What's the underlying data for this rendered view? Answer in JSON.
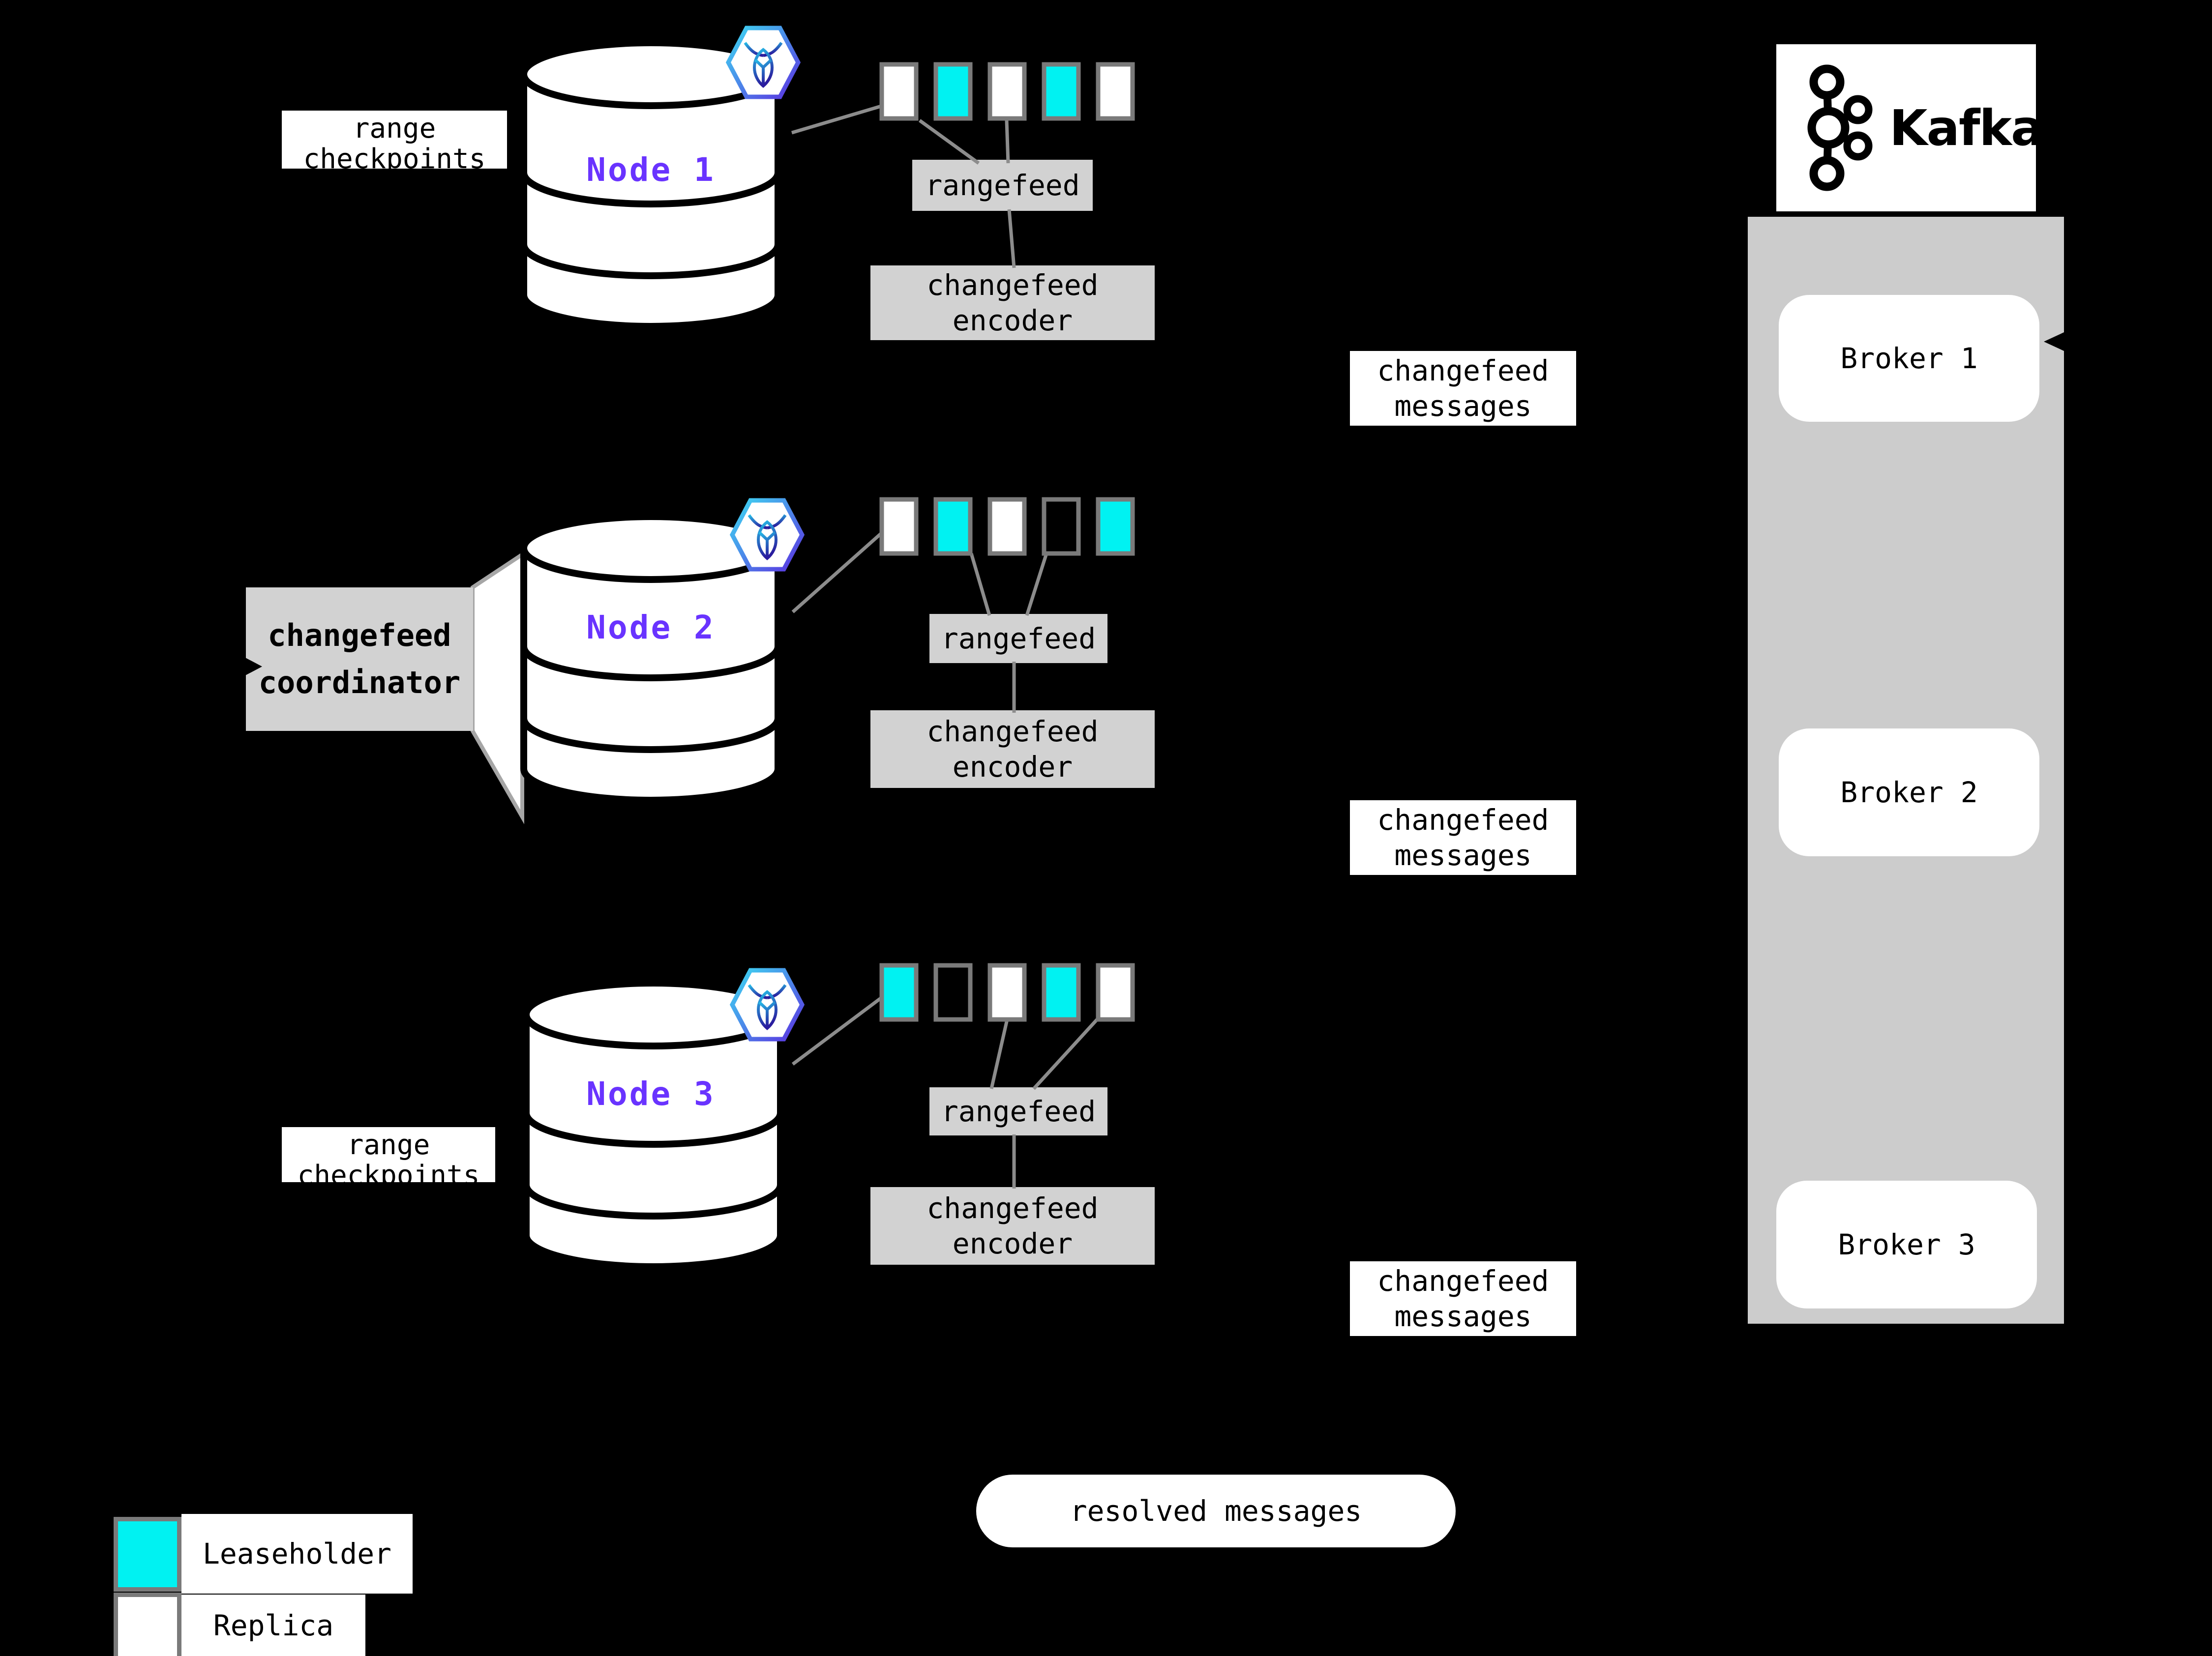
{
  "labels": {
    "range_checkpoints": {
      "line1": "range",
      "line2": "checkpoints"
    },
    "rangefeed": "rangefeed",
    "changefeed_encoder": {
      "line1": "changefeed",
      "line2": "encoder"
    },
    "changefeed_messages": {
      "line1": "changefeed",
      "line2": "messages"
    },
    "changefeed_coordinator": {
      "line1": "changefeed",
      "line2": "coordinator"
    },
    "resolved_messages": "resolved messages"
  },
  "nodes": [
    {
      "name": "Node 1",
      "ranges": [
        "replica",
        "leaseholder",
        "replica",
        "leaseholder",
        "replica"
      ]
    },
    {
      "name": "Node 2",
      "ranges": [
        "replica",
        "leaseholder",
        "replica",
        "empty",
        "leaseholder"
      ]
    },
    {
      "name": "Node 3",
      "ranges": [
        "leaseholder",
        "empty",
        "replica",
        "leaseholder",
        "replica"
      ]
    }
  ],
  "kafka": {
    "brand": "Kafka",
    "brokers": [
      "Broker 1",
      "Broker 2",
      "Broker 3"
    ]
  },
  "legend": {
    "items": [
      {
        "label": "Leaseholder",
        "color": "#00F2F2"
      },
      {
        "label": "Replica",
        "color": "#FFFFFF"
      }
    ]
  },
  "colors": {
    "background": "#000000",
    "leaseholder": "#00F2F2",
    "replica": "#FFFFFF",
    "empty_range": "#000000",
    "node_label": "#6933FF",
    "label_box_gray": "#D2D2D2",
    "kafka_panel_gray": "#CCCCCC",
    "connector_gray": "#8C8C8C",
    "range_border_gray": "#7A7A7A",
    "hexagon_gradient_start": "#3DDBF2",
    "hexagon_gradient_end": "#5B2FE0"
  }
}
